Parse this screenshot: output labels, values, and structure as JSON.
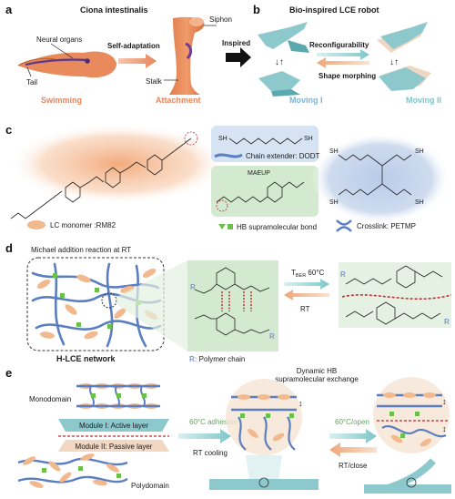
{
  "panel_a": {
    "label": "a",
    "organism": "Ciona intestinalis",
    "neural_organs": "Neural organs",
    "tail": "Tail",
    "self_adaptation": "Self-adaptation",
    "siphon": "Siphon",
    "stalk": "Stalk",
    "swimming": "Swimming",
    "attachment": "Attachment",
    "inspired": "Inspired"
  },
  "panel_b": {
    "label": "b",
    "title": "Bio-inspired LCE robot",
    "reconfigurability": "Reconfigurability",
    "shape_morphing": "Shape morphing",
    "moving_1": "Moving I",
    "moving_2": "Moving II"
  },
  "panel_c": {
    "label": "c",
    "chain_extender": "Chain extender: DODT",
    "maeup": "MAEUP",
    "hb_bond": "HB supramolecular bond",
    "lc_monomer": "LC monomer :RM82",
    "crosslink": "Crosslink: PETMP",
    "sh": "SH"
  },
  "panel_d": {
    "label": "d",
    "reaction": "Michael addition reaction at RT",
    "network": "H-LCE network",
    "polymer_chain_prefix": "R:",
    "polymer_chain": " Polymer chain",
    "tber": "T",
    "tber_sub": "BER",
    "tber_value": " 60°C",
    "rt": "RT",
    "r": "R"
  },
  "panel_e": {
    "label": "e",
    "dynamic_hb_1": "Dynamic HB",
    "dynamic_hb_2": "supramolecular exchange",
    "monodomain": "Monodomain",
    "module_1": "Module I: Active layer",
    "module_2": "Module II: Passive layer",
    "polydomain": "Polydomain",
    "adhesion": "60°C adhesion",
    "rt_cooling": "RT cooling",
    "open": "60°C/open",
    "close": "RT/close"
  },
  "colors": {
    "orange": "#e8855a",
    "teal": "#7fc6c9",
    "monomer": "#f2b98e",
    "green_bg": "#d4ead0",
    "blue_bg": "#cfdcef",
    "chain": "#5b7ec1",
    "hb": "#6cbf4a",
    "red_dash": "#c0272d"
  }
}
